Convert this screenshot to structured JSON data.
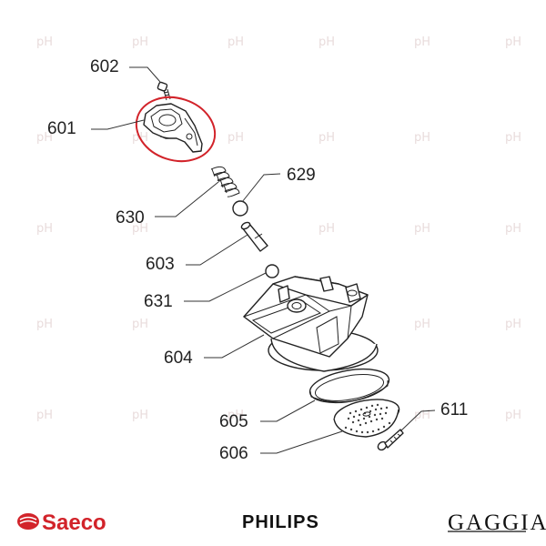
{
  "callouts": [
    {
      "id": "602",
      "text": "602"
    },
    {
      "id": "601",
      "text": "601"
    },
    {
      "id": "629",
      "text": "629"
    },
    {
      "id": "630",
      "text": "630"
    },
    {
      "id": "603",
      "text": "603"
    },
    {
      "id": "631",
      "text": "631"
    },
    {
      "id": "604",
      "text": "604"
    },
    {
      "id": "605",
      "text": "605"
    },
    {
      "id": "611",
      "text": "611"
    },
    {
      "id": "606",
      "text": "606"
    }
  ],
  "brands": {
    "left": "Saeco",
    "center": "PHILIPS",
    "right": "GAGGIA"
  },
  "watermark": "pH",
  "colors": {
    "highlight": "#d2232a",
    "ink": "#222222",
    "watermark": "#e9dcdc"
  }
}
